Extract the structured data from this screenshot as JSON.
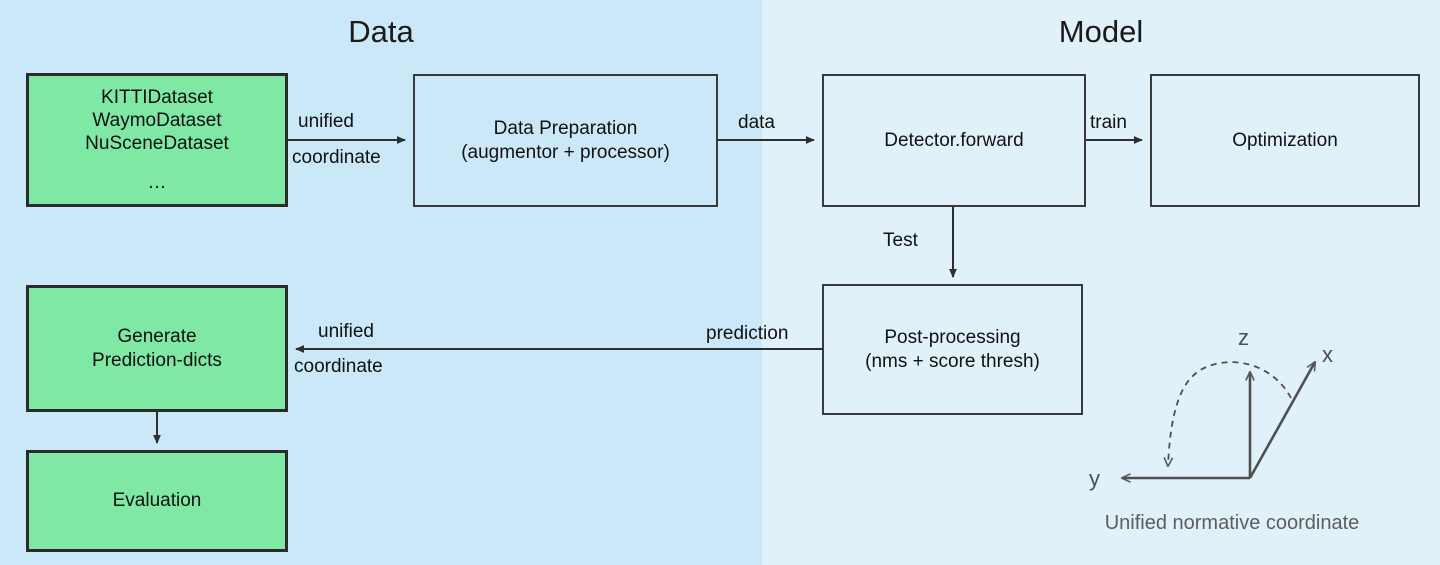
{
  "panels": [
    {
      "id": "data",
      "title": "Data",
      "bg": "#cbe8f9"
    },
    {
      "id": "model",
      "title": "Model",
      "bg": "#e1f1fa"
    }
  ],
  "nodes": {
    "datasets": {
      "lines": [
        "KITTIDataset",
        "WaymoDataset",
        "NuSceneDataset",
        "…"
      ],
      "fill": "#7ee8a4",
      "stroke": "#2b2b2b"
    },
    "data_preparation": {
      "lines": [
        "Data Preparation",
        "(augmentor + processor)"
      ],
      "fill": "#cbe8f9",
      "stroke": "#3a3a3a"
    },
    "detector_forward": {
      "lines": [
        "Detector.forward"
      ],
      "fill": "#e1f1fa",
      "stroke": "#3a3a3a"
    },
    "optimization": {
      "lines": [
        "Optimization"
      ],
      "fill": "#e1f1fa",
      "stroke": "#3a3a3a"
    },
    "post_processing": {
      "lines": [
        "Post-processing",
        "(nms + score thresh)"
      ],
      "fill": "#e1f1fa",
      "stroke": "#3a3a3a"
    },
    "generate_prediction_dicts": {
      "lines": [
        "Generate",
        "Prediction-dicts"
      ],
      "fill": "#7ee8a4",
      "stroke": "#2b2b2b"
    },
    "evaluation": {
      "lines": [
        "Evaluation"
      ],
      "fill": "#7ee8a4",
      "stroke": "#2b2b2b"
    }
  },
  "edges": {
    "datasets_to_prep": {
      "label_top": "unified",
      "label_bottom": "coordinate"
    },
    "prep_to_detector": {
      "label": "data"
    },
    "detector_to_optimization": {
      "label": "train"
    },
    "detector_to_postprocessing": {
      "label": "Test"
    },
    "postprocessing_to_generate": {
      "label_left": "prediction",
      "label_top": "unified",
      "label_bottom": "coordinate"
    },
    "generate_to_evaluation": {
      "label": ""
    }
  },
  "coordinate_widget": {
    "axis_x": "x",
    "axis_y": "y",
    "axis_z": "z",
    "caption": "Unified normative coordinate",
    "color": "#4f4f4f"
  }
}
